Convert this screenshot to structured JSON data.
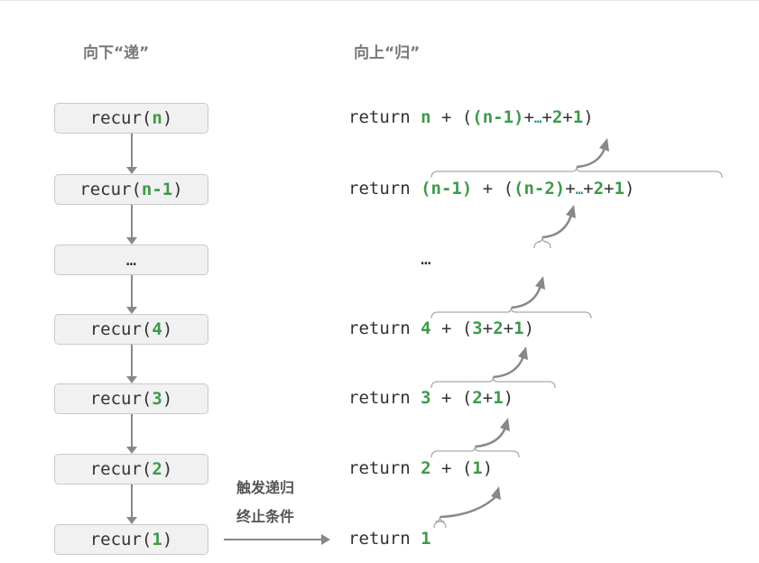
{
  "headings": {
    "down": "向下“递”",
    "up": "向上“归”"
  },
  "boxes": [
    {
      "prefix": "recur(",
      "arg": "n",
      "suffix": ")"
    },
    {
      "prefix": "recur(",
      "arg": "n-1",
      "suffix": ")"
    },
    {
      "prefix": "",
      "arg": "",
      "suffix": "…"
    },
    {
      "prefix": "recur(",
      "arg": "4",
      "suffix": ")"
    },
    {
      "prefix": "recur(",
      "arg": "3",
      "suffix": ")"
    },
    {
      "prefix": "recur(",
      "arg": "2",
      "suffix": ")"
    },
    {
      "prefix": "recur(",
      "arg": "1",
      "suffix": ")"
    }
  ],
  "lines": [
    [
      {
        "t": "return ",
        "c": ""
      },
      {
        "t": "n",
        "c": "g"
      },
      {
        "t": " + (",
        "c": ""
      },
      {
        "t": "(n-1)",
        "c": "g"
      },
      {
        "t": "+",
        "c": ""
      },
      {
        "t": "…",
        "c": "d"
      },
      {
        "t": "+",
        "c": ""
      },
      {
        "t": "2",
        "c": "g"
      },
      {
        "t": "+",
        "c": ""
      },
      {
        "t": "1",
        "c": "g"
      },
      {
        "t": ")",
        "c": ""
      }
    ],
    [
      {
        "t": "return ",
        "c": ""
      },
      {
        "t": "(n-1)",
        "c": "g"
      },
      {
        "t": " + (",
        "c": ""
      },
      {
        "t": "(n-2)",
        "c": "g"
      },
      {
        "t": "+",
        "c": ""
      },
      {
        "t": "…",
        "c": "d"
      },
      {
        "t": "+",
        "c": ""
      },
      {
        "t": "2",
        "c": "g"
      },
      {
        "t": "+",
        "c": ""
      },
      {
        "t": "1",
        "c": "g"
      },
      {
        "t": ")",
        "c": ""
      }
    ],
    [
      {
        "t": "       …",
        "c": ""
      }
    ],
    [
      {
        "t": "return ",
        "c": ""
      },
      {
        "t": "4",
        "c": "g"
      },
      {
        "t": " + (",
        "c": ""
      },
      {
        "t": "3",
        "c": "g"
      },
      {
        "t": "+",
        "c": ""
      },
      {
        "t": "2",
        "c": "g"
      },
      {
        "t": "+",
        "c": ""
      },
      {
        "t": "1",
        "c": "g"
      },
      {
        "t": ")",
        "c": ""
      }
    ],
    [
      {
        "t": "return ",
        "c": ""
      },
      {
        "t": "3",
        "c": "g"
      },
      {
        "t": " + (",
        "c": ""
      },
      {
        "t": "2",
        "c": "g"
      },
      {
        "t": "+",
        "c": ""
      },
      {
        "t": "1",
        "c": "g"
      },
      {
        "t": ")",
        "c": ""
      }
    ],
    [
      {
        "t": "return ",
        "c": ""
      },
      {
        "t": "2",
        "c": "g"
      },
      {
        "t": " + (",
        "c": ""
      },
      {
        "t": "1",
        "c": "g"
      },
      {
        "t": ")",
        "c": ""
      }
    ],
    [
      {
        "t": "return ",
        "c": ""
      },
      {
        "t": "1",
        "c": "g"
      }
    ]
  ],
  "trigger_label": [
    "触发递归",
    "终止条件"
  ]
}
